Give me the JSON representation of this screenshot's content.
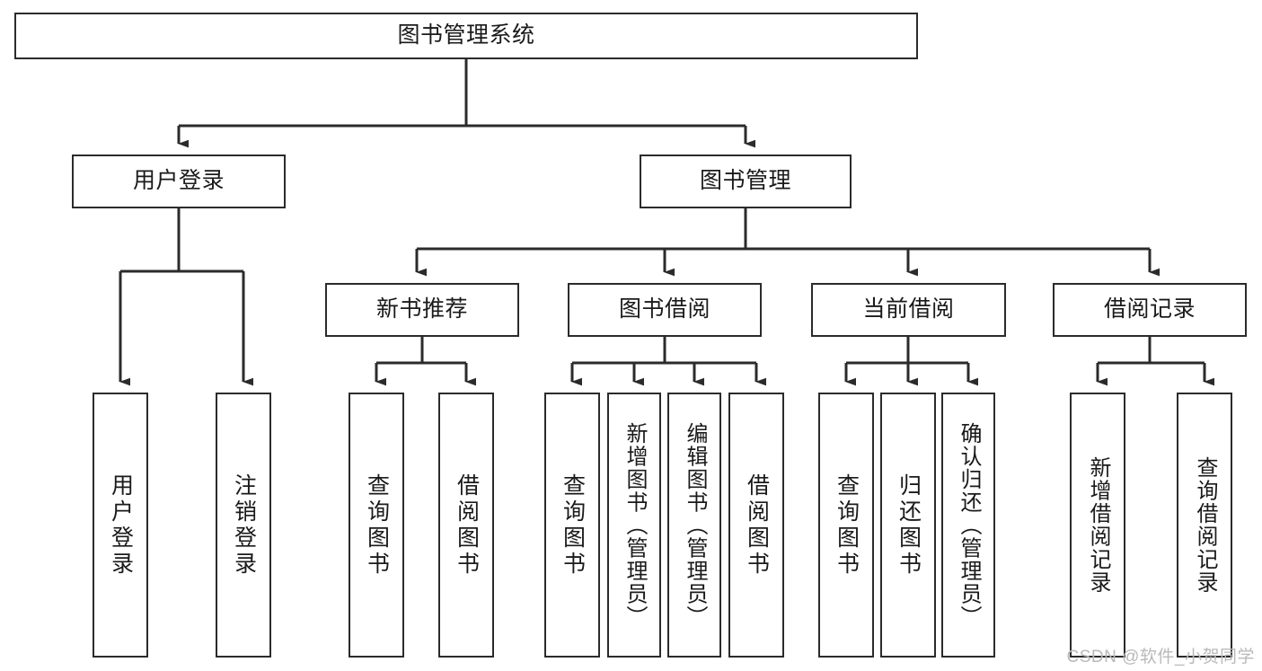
{
  "diagram": {
    "title": "图书管理系统",
    "type": "hierarchy-tree",
    "stroke_color": "#2b2b2b",
    "background_color": "#ffffff",
    "text_color": "#1a1a1a"
  },
  "nodes": {
    "root": {
      "label": "图书管理系统"
    },
    "level2": [
      {
        "label": "用户登录"
      },
      {
        "label": "图书管理"
      }
    ],
    "level3": [
      {
        "label": "新书推荐"
      },
      {
        "label": "图书借阅"
      },
      {
        "label": "当前借阅"
      },
      {
        "label": "借阅记录"
      }
    ],
    "leaves": [
      {
        "label": "用户登录"
      },
      {
        "label": "注销登录"
      },
      {
        "label": "查询图书"
      },
      {
        "label": "借阅图书"
      },
      {
        "label": "查询图书"
      },
      {
        "label": "新增图书（管理员）"
      },
      {
        "label": "编辑图书（管理员）"
      },
      {
        "label": "借阅图书"
      },
      {
        "label": "查询图书"
      },
      {
        "label": "归还图书"
      },
      {
        "label": "确认归还（管理员）"
      },
      {
        "label": "新增借阅记录"
      },
      {
        "label": "查询借阅记录"
      }
    ]
  },
  "watermark": {
    "text": "CSDN @软件_小贺同学"
  }
}
